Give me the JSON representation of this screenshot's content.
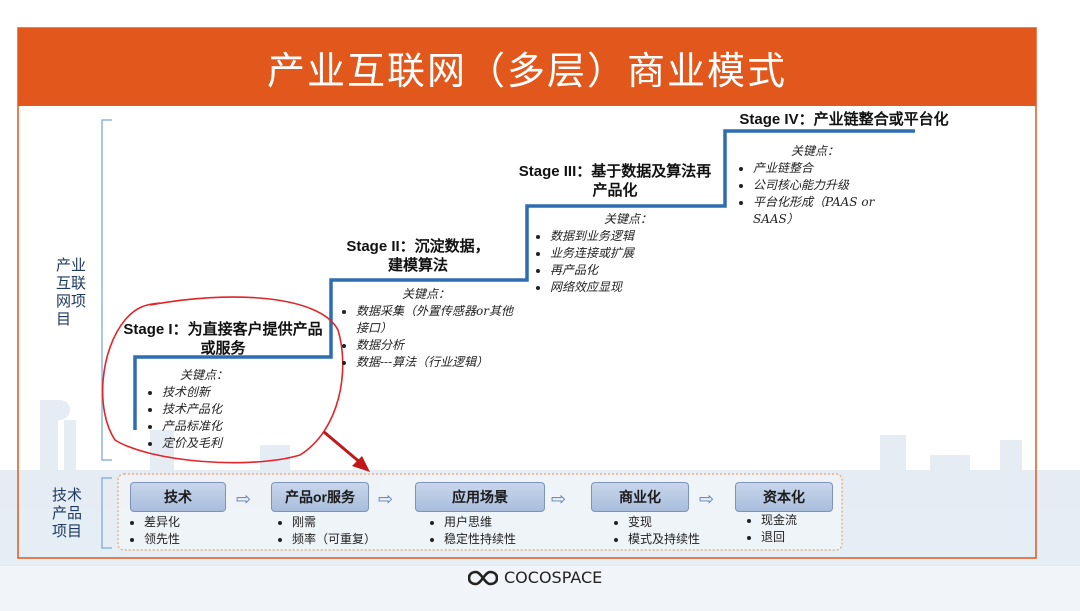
{
  "title": "产业互联网（多层）商业模式",
  "side_labels": {
    "top": "产业\n互联\n网项\n目",
    "bottom": "技术\n产品\n项目"
  },
  "stages": [
    {
      "title": "Stage I：为直接客户提供产品或服务",
      "key_label": "关键点：",
      "points": [
        "技术创新",
        "技术产品化",
        "产品标准化",
        "定价及毛利"
      ]
    },
    {
      "title": "Stage II：沉淀数据，建模算法",
      "key_label": "关键点：",
      "points": [
        "数据采集（外置传感器or其他接口）",
        "数据分析",
        "数据---算法（行业逻辑）"
      ]
    },
    {
      "title": "Stage III：基于数据及算法再产品化",
      "key_label": "关键点：",
      "points": [
        "数据到业务逻辑",
        "业务连接或扩展",
        "再产品化",
        "网络效应显现"
      ]
    },
    {
      "title": "Stage IV：产业链整合或平台化",
      "key_label": "关键点：",
      "points": [
        "产业链整合",
        "公司核心能力升级",
        "平台化形成（PAAS or SAAS）"
      ]
    }
  ],
  "flow": [
    {
      "label": "技术",
      "bullets": [
        "差异化",
        "领先性"
      ]
    },
    {
      "label": "产品or服务",
      "bullets": [
        "刚需",
        "频率（可重复）"
      ]
    },
    {
      "label": "应用场景",
      "bullets": [
        "用户思维",
        "稳定性持续性"
      ]
    },
    {
      "label": "商业化",
      "bullets": [
        "变现",
        "模式及持续性"
      ]
    },
    {
      "label": "资本化",
      "bullets": [
        "现金流",
        "退回"
      ]
    }
  ],
  "logo_text": "COCOSPACE",
  "colors": {
    "title_bg": "#e2571c",
    "stair_line": "#2f6db3",
    "flow_border": "#e8a26e",
    "highlight_circle": "#e0262b",
    "arrow_red": "#c0191b"
  },
  "icons": {
    "flow_arrow": "hollow-right-arrow-icon",
    "logo": "infinity-logo-icon"
  }
}
